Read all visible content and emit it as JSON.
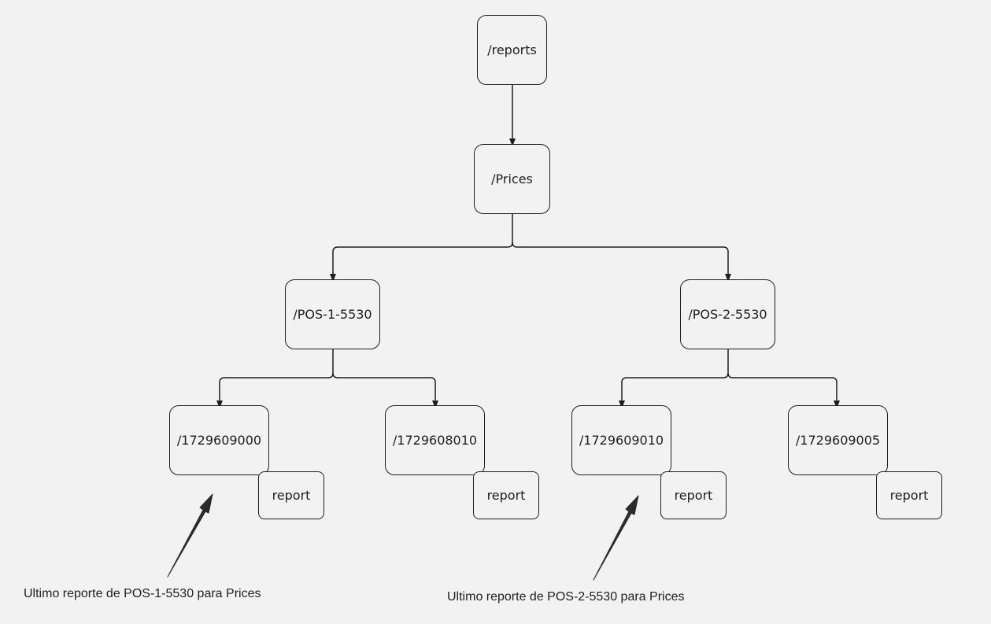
{
  "nodes": {
    "reports": "/reports",
    "prices": "/Prices",
    "pos1": "/POS-1-5530",
    "pos2": "/POS-2-5530",
    "t1": "/1729609000",
    "t2": "/1729608010",
    "t3": "/1729609010",
    "t4": "/1729609005",
    "r1": "report",
    "r2": "report",
    "r3": "report",
    "r4": "report"
  },
  "annotations": {
    "left": "Ultimo reporte de POS-1-5530 para Prices",
    "right": "Ultimo reporte de POS-2-5530 para Prices"
  },
  "colors": {
    "background": "#f2f2f2",
    "stroke": "#1e1e1e",
    "annotation_arrow": "#2b2b2b"
  }
}
